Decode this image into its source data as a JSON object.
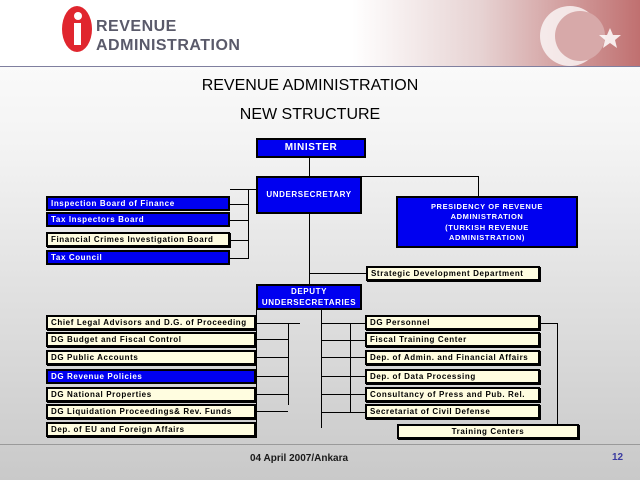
{
  "header": {
    "logo_line1": "REVENUE",
    "logo_line2": "ADMINISTRATION",
    "brand_red": "#e0262e",
    "flag_color": "#c8102e"
  },
  "title": {
    "line1": "REVENUE ADMINISTRATION",
    "line2": "NEW STRUCTURE"
  },
  "org": {
    "minister": "MINISTER",
    "undersecretary": "UNDERSECRETARY",
    "left_units": [
      "Inspection Board of Finance",
      "Tax Inspectors Board",
      "Financial Crimes Investigation Board",
      "Tax Council"
    ],
    "presidency": [
      "PRESIDENCY OF REVENUE",
      "ADMINISTRATION",
      "(TURKISH REVENUE",
      "ADMINISTRATION)"
    ],
    "strategy": "Strategic Development Department",
    "deputy": [
      "DEPUTY",
      "UNDERSECRETARIES"
    ],
    "dg_left": [
      "Chief Legal Advisors and D.G. of Proceeding",
      "DG Budget and Fiscal Control",
      "DG Public Accounts",
      "DG Revenue Policies",
      "DG National Properties",
      "DG Liquidation Proceedings& Rev. Funds",
      "Dep. of EU and Foreign Affairs"
    ],
    "dg_right": [
      "DG Personnel",
      "Fiscal Training Center",
      "Dep. of Admin. and Financial Affairs",
      "Dep. of Data Processing",
      "Consultancy of Press and Pub. Rel.",
      "Secretariat of Civil Defense"
    ],
    "training": "Training Centers",
    "colors": {
      "blue_box": "#0000f0",
      "cream_box": "#fffde0"
    }
  },
  "footer": {
    "date": "04 April 2007/Ankara",
    "page": "12"
  }
}
